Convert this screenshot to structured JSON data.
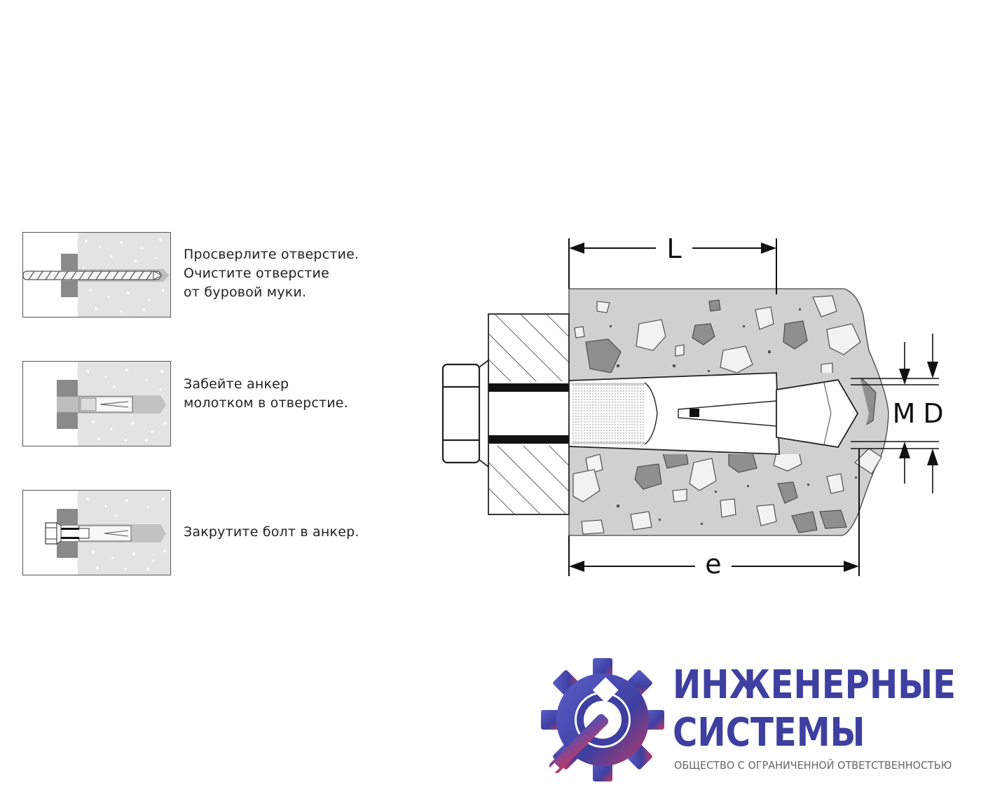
{
  "steps": [
    {
      "lines": [
        "Просверлите отверстие.",
        "Очистите отверстие",
        "от буровой муки."
      ]
    },
    {
      "lines": [
        "Забейте анкер",
        "молотком в отверстие."
      ]
    },
    {
      "lines": [
        "Закрутите болт в анкер."
      ]
    }
  ],
  "dimensions": {
    "length_label": "L",
    "edge_label": "e",
    "thread_label": "M",
    "diameter_label": "D"
  },
  "logo": {
    "title_line1": "ИНЖЕНЕРНЫЕ",
    "title_line2": "СИСТЕМЫ",
    "subtitle": "ОБЩЕСТВО С ОГРАНИЧЕННОЙ ОТВЕТСТВЕННОСТЬЮ"
  },
  "colors": {
    "concrete": "#d0d0d0",
    "aggregate_dark": "#8f8f8f",
    "aggregate_light": "#f2f2f2",
    "logo_blue": "#3e3fa0",
    "logo_accent": "#c23a64"
  }
}
